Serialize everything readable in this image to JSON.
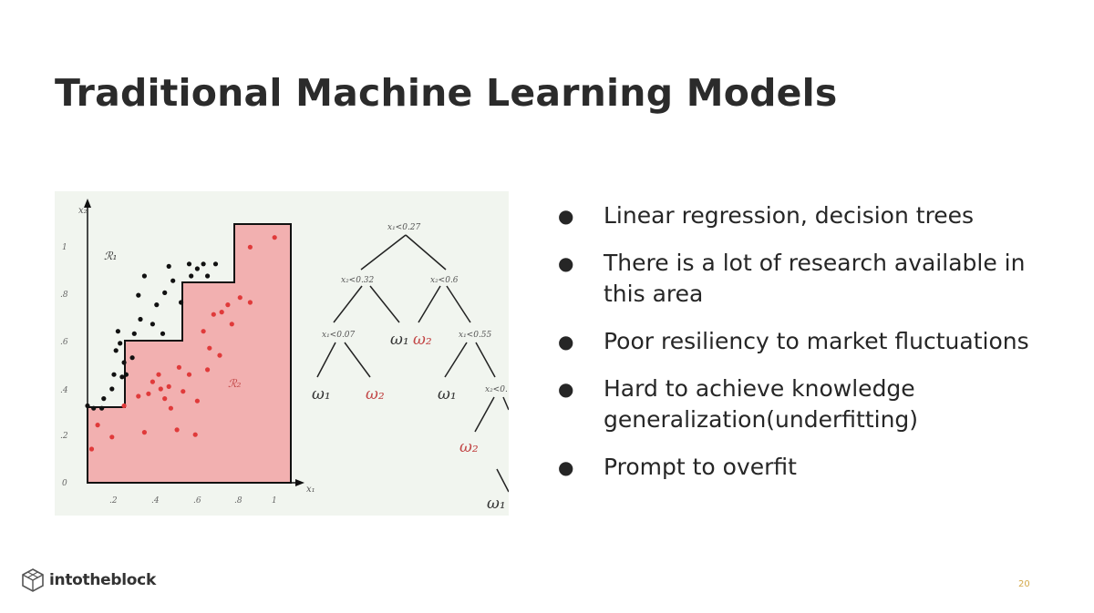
{
  "slide": {
    "title": "Traditional Machine Learning Models",
    "bullets": [
      "Linear regression, decision trees",
      "There is a lot of research available in this area",
      "Poor resiliency to market fluctuations",
      "Hard to achieve knowledge generalization(underfitting)",
      "Prompt to overfit"
    ],
    "brand": "intotheblock",
    "page_number": "20"
  },
  "figure": {
    "axis": {
      "x_label": "x₁",
      "y_label": "x₂",
      "x_ticks": [
        ".2",
        ".4",
        ".6",
        ".8",
        "1"
      ],
      "y_ticks": [
        "0",
        ".2",
        ".4",
        ".6",
        ".8",
        "1"
      ]
    },
    "regions": {
      "r1": "ℛ₁",
      "r2": "ℛ₂"
    },
    "black_points": [
      [
        0.0,
        0.32
      ],
      [
        0.03,
        0.31
      ],
      [
        0.07,
        0.31
      ],
      [
        0.08,
        0.35
      ],
      [
        0.12,
        0.39
      ],
      [
        0.13,
        0.45
      ],
      [
        0.14,
        0.55
      ],
      [
        0.15,
        0.63
      ],
      [
        0.16,
        0.58
      ],
      [
        0.17,
        0.44
      ],
      [
        0.18,
        0.5
      ],
      [
        0.19,
        0.45
      ],
      [
        0.22,
        0.52
      ],
      [
        0.23,
        0.62
      ],
      [
        0.25,
        0.78
      ],
      [
        0.26,
        0.68
      ],
      [
        0.28,
        0.86
      ],
      [
        0.32,
        0.66
      ],
      [
        0.34,
        0.74
      ],
      [
        0.37,
        0.62
      ],
      [
        0.38,
        0.79
      ],
      [
        0.4,
        0.9
      ],
      [
        0.42,
        0.84
      ],
      [
        0.46,
        0.75
      ],
      [
        0.5,
        0.91
      ],
      [
        0.51,
        0.86
      ],
      [
        0.54,
        0.89
      ],
      [
        0.57,
        0.91
      ],
      [
        0.59,
        0.86
      ],
      [
        0.63,
        0.91
      ]
    ],
    "red_points": [
      [
        0.02,
        0.14
      ],
      [
        0.05,
        0.24
      ],
      [
        0.12,
        0.19
      ],
      [
        0.18,
        0.32
      ],
      [
        0.25,
        0.36
      ],
      [
        0.28,
        0.21
      ],
      [
        0.3,
        0.37
      ],
      [
        0.32,
        0.42
      ],
      [
        0.35,
        0.45
      ],
      [
        0.36,
        0.39
      ],
      [
        0.38,
        0.35
      ],
      [
        0.4,
        0.4
      ],
      [
        0.41,
        0.31
      ],
      [
        0.44,
        0.22
      ],
      [
        0.45,
        0.48
      ],
      [
        0.47,
        0.38
      ],
      [
        0.5,
        0.45
      ],
      [
        0.53,
        0.2
      ],
      [
        0.54,
        0.34
      ],
      [
        0.57,
        0.63
      ],
      [
        0.59,
        0.47
      ],
      [
        0.6,
        0.56
      ],
      [
        0.62,
        0.7
      ],
      [
        0.65,
        0.53
      ],
      [
        0.66,
        0.71
      ],
      [
        0.69,
        0.74
      ],
      [
        0.71,
        0.66
      ],
      [
        0.75,
        0.77
      ],
      [
        0.8,
        0.98
      ],
      [
        0.8,
        0.75
      ],
      [
        0.92,
        1.02
      ]
    ],
    "tree": {
      "root": "x₁<0.27",
      "left": "x₂<0.32",
      "right": "x₂<0.6",
      "ll": "x₁<0.07",
      "rr": "x₁<0.55",
      "rrr": "x₂<0.",
      "leaf_w1": "ω₁",
      "leaf_w2": "ω₂"
    }
  }
}
